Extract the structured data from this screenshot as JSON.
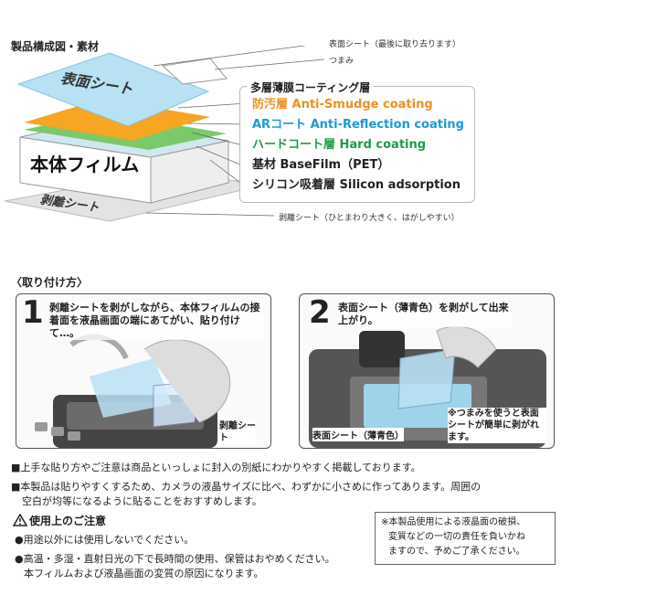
{
  "diagram": {
    "title": "製品構成図・素材",
    "callout_surface": "表面シート（最後に取り去ります）",
    "callout_tab": "つまみ",
    "callout_release": "剥離シート（ひとまわり大きく、はがしやすい）",
    "label_surface_sheet": "表面シート",
    "label_body_film": "本体フィルム",
    "label_release_sheet": "剥離シート",
    "layers_header": "多層薄膜コーティング層",
    "layers": [
      {
        "text": "防汚層  Anti-Smudge coating",
        "color": "#f0901e"
      },
      {
        "text": "ARコート  Anti-Reflection coating",
        "color": "#1a9ad6"
      },
      {
        "text": "ハードコート層  Hard coating",
        "color": "#1f9a4a"
      },
      {
        "text": "基材  BaseFilm（PET）",
        "color": "#222222"
      },
      {
        "text": "シリコン吸着層  Silicon adsorption",
        "color": "#222222"
      }
    ]
  },
  "howto": {
    "title": "〈取り付け方〉",
    "step1": {
      "num": "1",
      "text": "剥離シートを剥がしながら、本体フィルムの接着面を液晶画面の端にあてがい、貼り付けて…。",
      "label": "剥離シート"
    },
    "step2": {
      "num": "2",
      "text": "表面シート（薄青色）を剥がして出来上がり。",
      "label_surface": "表面シート（薄青色）",
      "tip": "※つまみを使うと表面シートが簡単に剥がれます。"
    }
  },
  "notes": [
    "■上手な貼り方やご注意は商品といっしょに封入の別紙にわかりやすく掲載しております。",
    "■本製品は貼りやすくするため、カメラの液晶サイズに比べ、わずかに小さめに作ってあります。周囲の",
    "空白が均等になるように貼ることをおすすめします。"
  ],
  "caution": {
    "title": "使用上のご注意",
    "items": [
      "●用途以外には使用しないでください。",
      "●高温・多湿・直射日光の下で長時間の使用、保管はおやめください。",
      "本フィルムおよび液晶画面の変質の原因になります。"
    ]
  },
  "disclaimer": [
    "※本製品使用による液晶面の破損、",
    "変質などの一切の責任を負いかね",
    "ますので、予めご了承ください。"
  ],
  "colors": {
    "surface_blue": "#b9e1f4",
    "antismudge_orange": "#f6a623",
    "ar_blue": "#1a9ad6",
    "hard_green": "#3fb34f",
    "release_gray": "#d9d9d9"
  }
}
